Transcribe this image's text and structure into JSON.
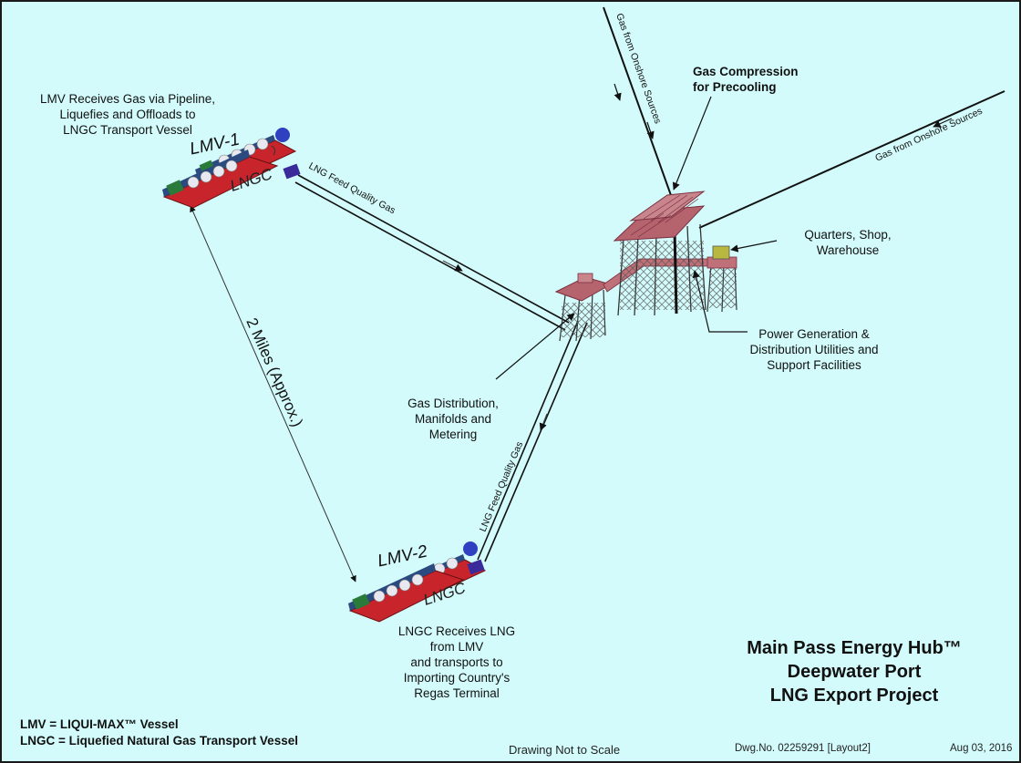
{
  "labels": {
    "lmv_receives": [
      "LMV Receives Gas via Pipeline,",
      "Liquefies and Offloads to",
      "LNGC Transport Vessel"
    ],
    "gas_compression": [
      "Gas Compression",
      "for Precooling"
    ],
    "quarters": [
      "Quarters, Shop,",
      "Warehouse"
    ],
    "power_generation": [
      "Power Generation &",
      "Distribution Utilities and",
      "Support Facilities"
    ],
    "gas_distribution": [
      "Gas Distribution,",
      "Manifolds and",
      "Metering"
    ],
    "lngc_receives": [
      "LNGC Receives LNG",
      "from LMV",
      "and transports to",
      "Importing Country's",
      "Regas Terminal"
    ],
    "gas_onshore_1": "Gas from Onshore Sources",
    "gas_onshore_2": "Gas from Onshore Sources",
    "feed_gas_1": "LNG Feed Quality Gas",
    "feed_gas_2": "LNG Feed Quality Gas",
    "distance": "2 Miles (Approx.)"
  },
  "ships": {
    "lmv1": "LMV-1",
    "lngc1": "LNGC",
    "lmv2": "LMV-2",
    "lngc2": "LNGC"
  },
  "title": [
    "Main Pass Energy Hub™",
    "Deepwater Port",
    "LNG Export Project"
  ],
  "legend": [
    "LMV = LIQUI-MAX™ Vessel",
    "LNGC = Liquefied Natural Gas Transport Vessel"
  ],
  "footer": {
    "scale": "Drawing Not to Scale",
    "dwg": "Dwg.No. 02259291 [Layout2]",
    "date": "Aug 03, 2016"
  },
  "colors": {
    "background": "#d3fbfb",
    "platform": "#b5646e",
    "hull": "#c8242c",
    "deck": "#2a7a3a",
    "buoy": "#3040c0"
  }
}
